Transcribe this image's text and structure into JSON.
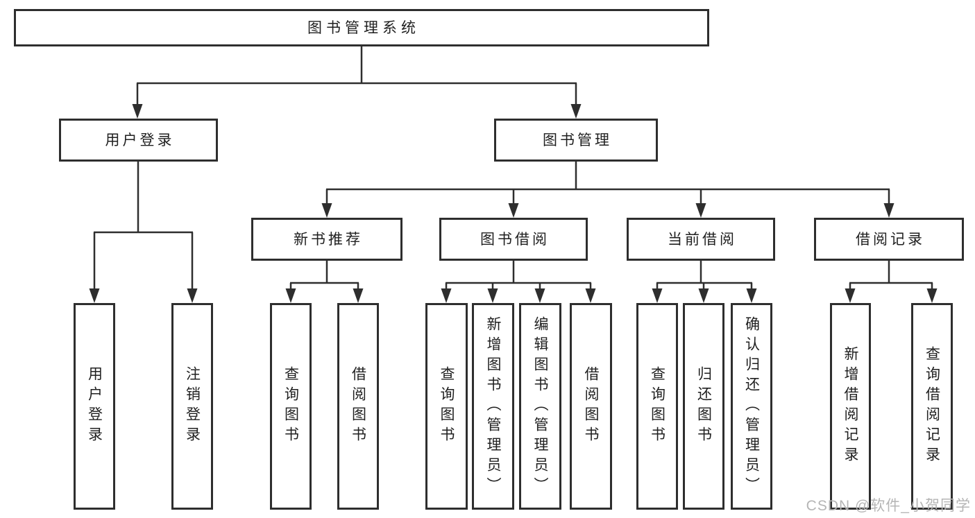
{
  "tree": {
    "root": "图书管理系统",
    "children": [
      {
        "label": "用户登录",
        "children": [
          {
            "label": "用户登录"
          },
          {
            "label": "注销登录"
          }
        ]
      },
      {
        "label": "图书管理",
        "children": [
          {
            "label": "新书推荐",
            "children": [
              {
                "label": "查询图书"
              },
              {
                "label": "借阅图书"
              }
            ]
          },
          {
            "label": "图书借阅",
            "children": [
              {
                "label": "查询图书"
              },
              {
                "label": "新增图书（管理员）"
              },
              {
                "label": "编辑图书（管理员）"
              },
              {
                "label": "借阅图书"
              }
            ]
          },
          {
            "label": "当前借阅",
            "children": [
              {
                "label": "查询图书"
              },
              {
                "label": "归还图书"
              },
              {
                "label": "确认归还（管理员）"
              }
            ]
          },
          {
            "label": "借阅记录",
            "children": [
              {
                "label": "新增借阅记录"
              },
              {
                "label": "查询借阅记录"
              }
            ]
          }
        ]
      }
    ]
  },
  "watermark": "CSDN @软件_小贺同学",
  "colors": {
    "line": "#2e2e2e",
    "box_border": "#2e2e2e",
    "text": "#1f1f1f",
    "watermark": "#b5b5b5",
    "background": "#ffffff"
  }
}
